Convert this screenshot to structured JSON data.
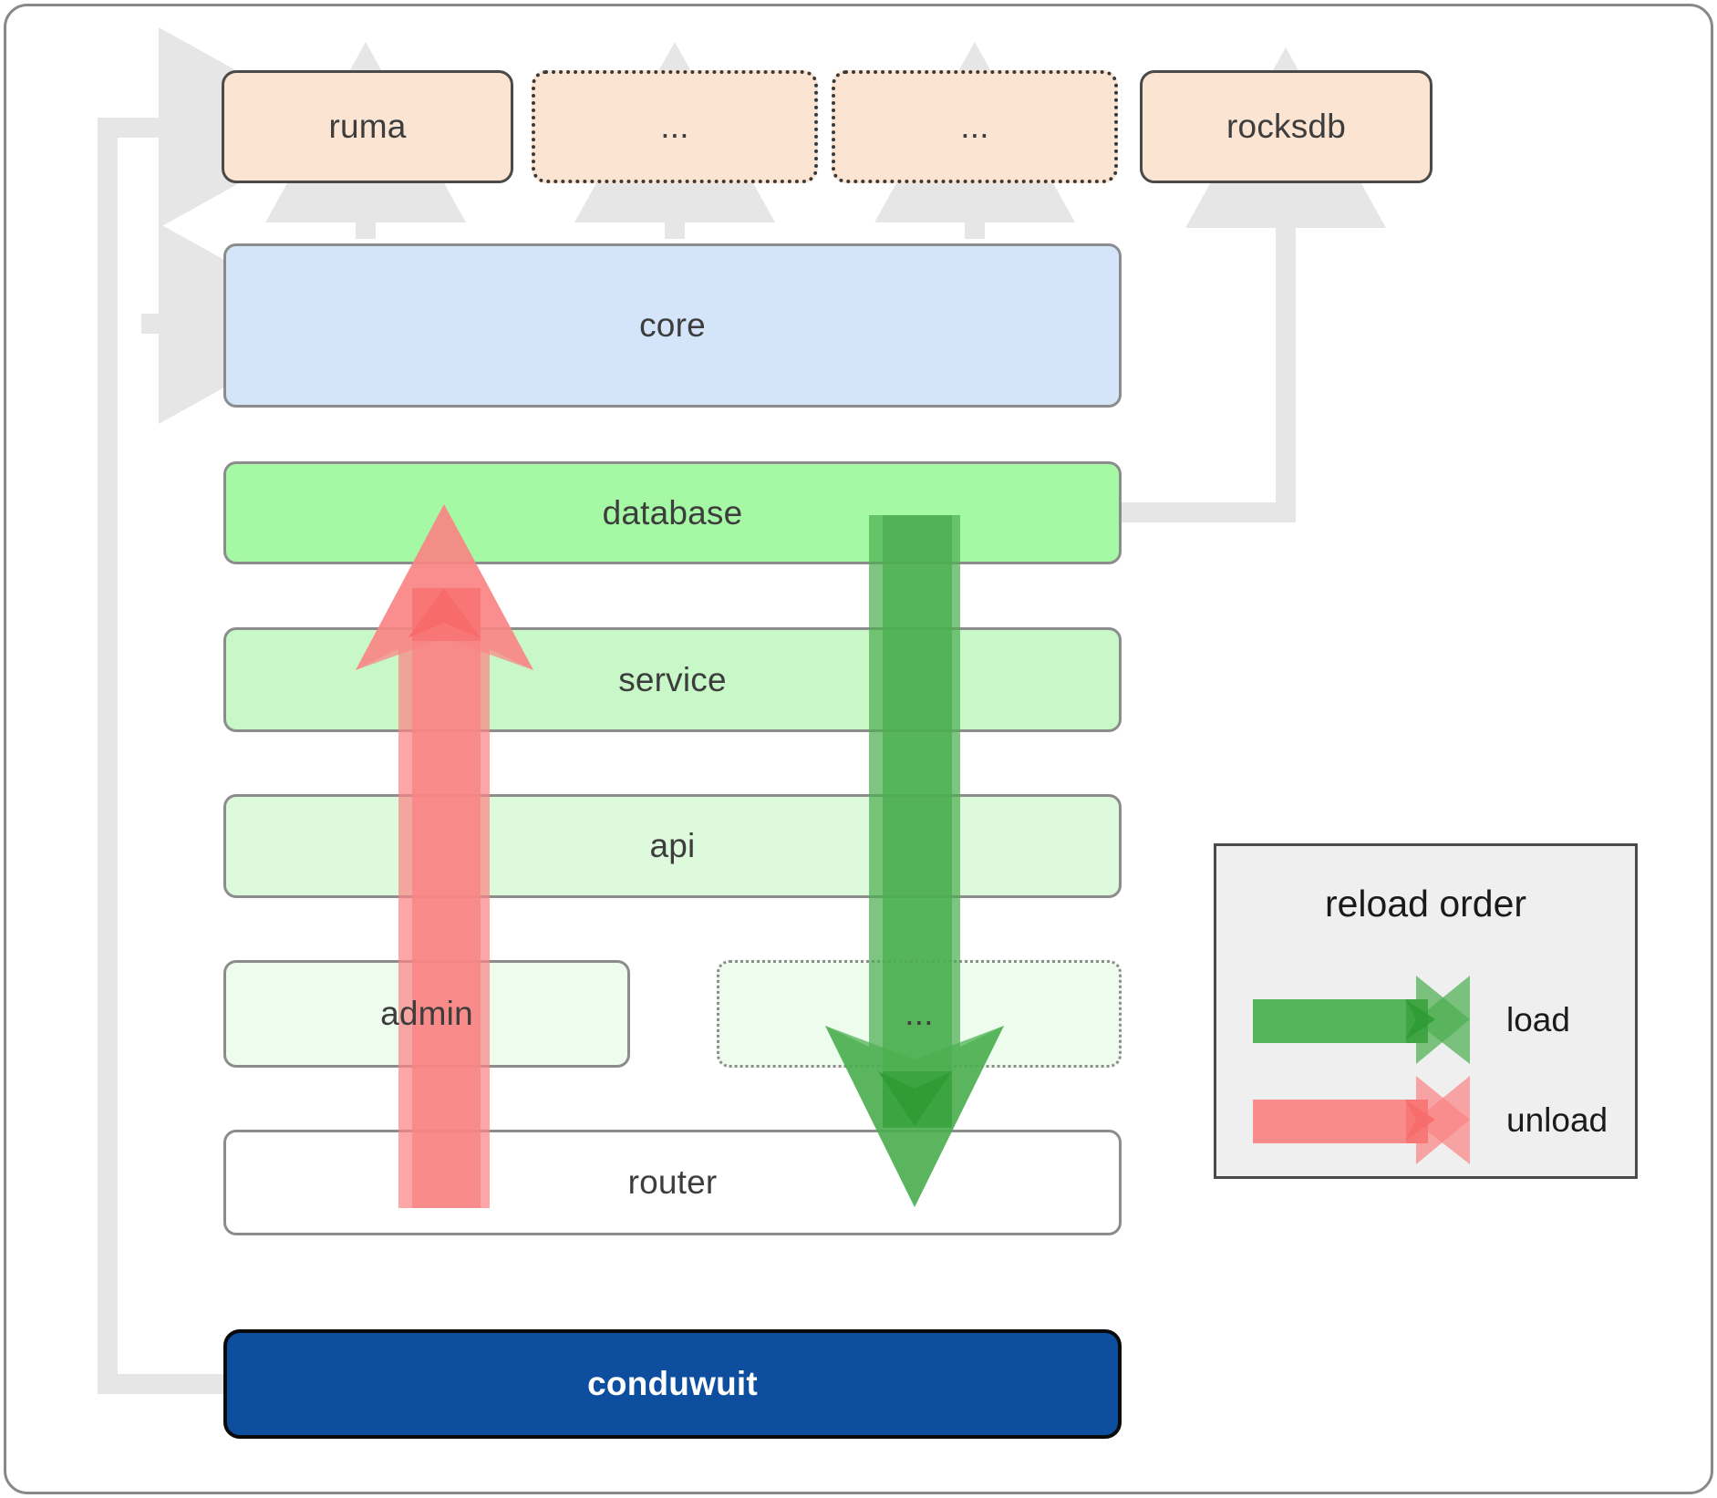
{
  "diagram": {
    "title": "conduwuit crate layering / reload order",
    "type": "layered-architecture",
    "colors": {
      "dependency_fill": "#fce4d2",
      "core_fill": "#d4e5fa",
      "database_fill": "#a5f9a5",
      "service_fill": "#c8f7c8",
      "api_fill": "#ddfadd",
      "admin_fill": "#edfced",
      "router_fill": "#ffffff",
      "root_fill": "#0d4f9e",
      "load_arrow": "#4caf50",
      "unload_arrow": "#f98585",
      "dependency_edge": "#e6e6e6",
      "frame_border": "#888888",
      "legend_bg": "#efefef"
    }
  },
  "dependencies": [
    {
      "label": "ruma",
      "border": "solid"
    },
    {
      "label": "...",
      "border": "dotted"
    },
    {
      "label": "...",
      "border": "dotted"
    },
    {
      "label": "rocksdb",
      "border": "solid"
    }
  ],
  "layers": [
    {
      "label": "core",
      "border": "solid"
    },
    {
      "label": "database",
      "border": "solid"
    },
    {
      "label": "service",
      "border": "solid"
    },
    {
      "label": "api",
      "border": "solid"
    },
    {
      "label": "admin",
      "border": "solid"
    },
    {
      "label": "...",
      "border": "dotted"
    },
    {
      "label": "router",
      "border": "solid"
    }
  ],
  "root": {
    "label": "conduwuit"
  },
  "legend": {
    "title": "reload order",
    "items": [
      {
        "label": "load",
        "color": "#4caf50"
      },
      {
        "label": "unload",
        "color": "#f98585"
      }
    ]
  },
  "flows": {
    "load_direction": "top-to-bottom",
    "unload_direction": "bottom-to-top"
  }
}
